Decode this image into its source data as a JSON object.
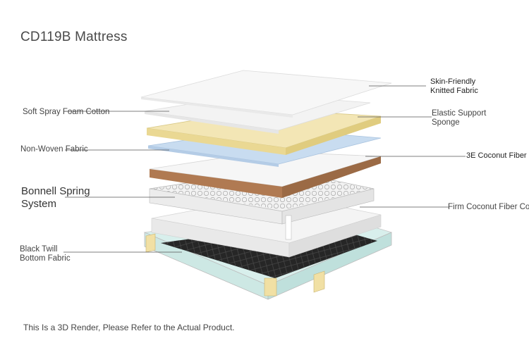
{
  "title": "CD119B Mattress",
  "labels": {
    "skin_friendly_1": "Skin-Friendly",
    "skin_friendly_2": "Knitted Fabric",
    "soft_spray": "Soft Spray Foam Cotton",
    "elastic_1": "Elastic Support",
    "elastic_2": "Sponge",
    "non_woven": "Non-Woven Fabric",
    "coconut_3e": "3E Coconut Fiber",
    "bonnell_1": "Bonnell Spring",
    "bonnell_2": "System",
    "firm_coconut": "Firm Coconut Fiber Co",
    "black_twill_1": "Black Twill",
    "black_twill_2": "Bottom Fabric"
  },
  "footnote": "This Is a 3D Render, Please Refer to the Actual Product.",
  "colors": {
    "knit": "#f4f4f4",
    "foam": "#f0f0f0",
    "sponge": "#f3e6b5",
    "nonwoven": "#c8dcf0",
    "coconut": "#b07a52",
    "spring": "#eeeeee",
    "bottom": "#2a2a2a",
    "side": "#cfe9e6"
  }
}
